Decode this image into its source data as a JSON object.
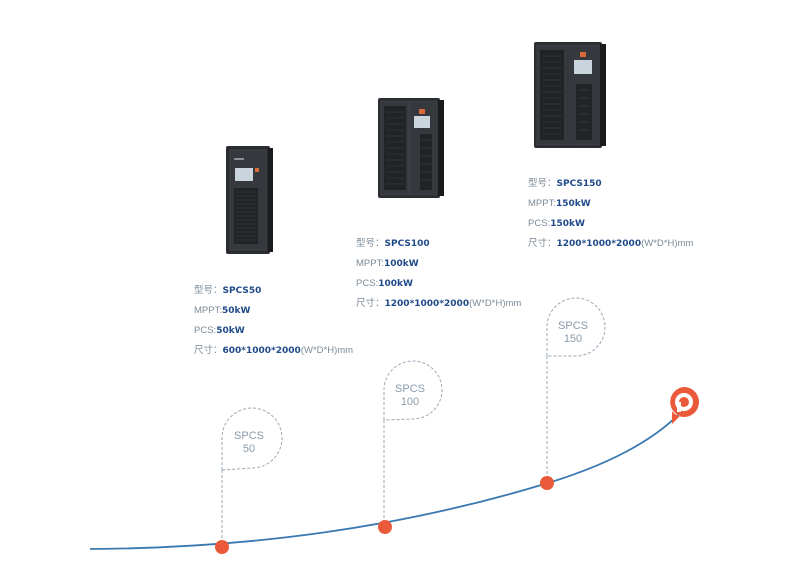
{
  "products": [
    {
      "bubble": [
        "SPCS",
        "50"
      ],
      "specs": [
        {
          "label": "型号：",
          "value": "SPCS50",
          "suffix": ""
        },
        {
          "label": "MPPT:",
          "value": "50kW",
          "suffix": ""
        },
        {
          "label": "PCS:",
          "value": "50kW",
          "suffix": ""
        },
        {
          "label": "尺寸：",
          "value": "600*1000*2000",
          "suffix": "(W*D*H)mm"
        }
      ]
    },
    {
      "bubble": [
        "SPCS",
        "100"
      ],
      "specs": [
        {
          "label": "型号：",
          "value": "SPCS100",
          "suffix": ""
        },
        {
          "label": "MPPT:",
          "value": "100kW",
          "suffix": ""
        },
        {
          "label": "PCS:",
          "value": "100kW",
          "suffix": ""
        },
        {
          "label": "尺寸：",
          "value": "1200*1000*2000",
          "suffix": "(W*D*H)mm"
        }
      ]
    },
    {
      "bubble": [
        "SPCS",
        "150"
      ],
      "specs": [
        {
          "label": "型号：",
          "value": "SPCS150",
          "suffix": ""
        },
        {
          "label": "MPPT:",
          "value": "150kW",
          "suffix": ""
        },
        {
          "label": "PCS:",
          "value": "150kW",
          "suffix": ""
        },
        {
          "label": "尺寸：",
          "value": "1200*1000*2000",
          "suffix": "(W*D*H)mm"
        }
      ]
    }
  ],
  "colors": {
    "curve": "#3a78b0",
    "dot": "#ea5a3a",
    "cabinet": "#2b2d30",
    "bubble_border": "#9aa8b6",
    "logo": "#ea5a3a"
  }
}
